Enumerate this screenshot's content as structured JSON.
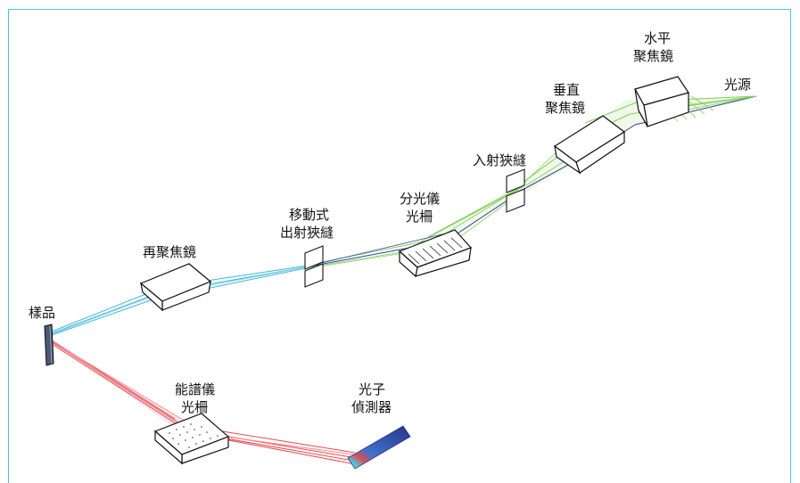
{
  "labels": {
    "light_source": "光源",
    "horizontal_mirror_l1": "水平",
    "horizontal_mirror_l2": "聚焦鏡",
    "vertical_mirror_l1": "垂直",
    "vertical_mirror_l2": "聚焦鏡",
    "entrance_slit": "入射狹縫",
    "mono_grating_l1": "分光儀",
    "mono_grating_l2": "光柵",
    "exit_slit_l1": "移動式",
    "exit_slit_l2": "出射狹縫",
    "refocus_mirror": "再聚焦鏡",
    "sample": "樣品",
    "spectrometer_grating_l1": "能譜儀",
    "spectrometer_grating_l2": "光柵",
    "detector_l1": "光子",
    "detector_l2": "偵測器"
  },
  "colors": {
    "frame": "#4fc3d9",
    "beam_green": "#7fcf5a",
    "beam_blue": "#2f3fa0",
    "beam_cyan": "#3fb5d8",
    "beam_red": "#e8474f",
    "sample": "#4a5a72"
  }
}
